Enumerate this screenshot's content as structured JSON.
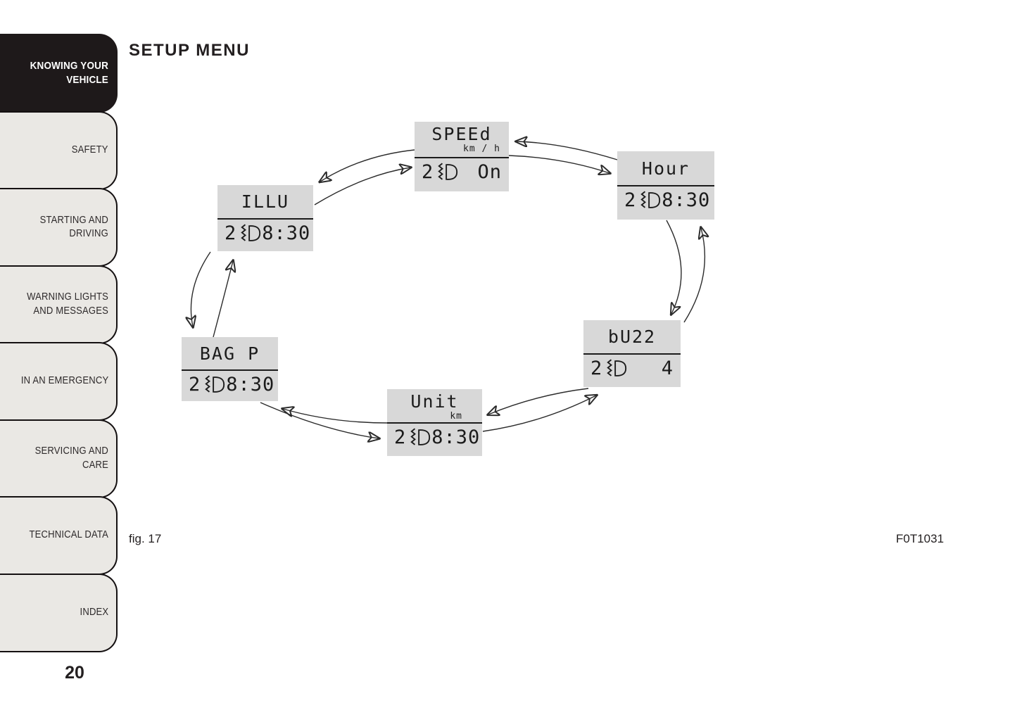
{
  "page": {
    "title": "SETUP MENU",
    "figure_caption": "fig. 17",
    "figure_code": "F0T1031",
    "page_number": "20"
  },
  "sidebar": {
    "items": [
      {
        "label": "KNOWING YOUR VEHICLE",
        "active": true
      },
      {
        "label": "SAFETY",
        "active": false
      },
      {
        "label": "STARTING AND DRIVING",
        "active": false
      },
      {
        "label": "WARNING LIGHTS AND MESSAGES",
        "active": false
      },
      {
        "label": "IN AN EMERGENCY",
        "active": false
      },
      {
        "label": "SERVICING AND CARE",
        "active": false
      },
      {
        "label": "TECHNICAL DATA",
        "active": false
      },
      {
        "label": "INDEX",
        "active": false
      }
    ]
  },
  "diagram": {
    "description": "Setup menu cycle of six LCD display screens connected by bidirectional arrows",
    "nodes": [
      {
        "id": "speed",
        "label": "SPEEd",
        "sublabel": "km / h",
        "prefix": "2",
        "icon": "headlight-illumination-icon",
        "value": "On"
      },
      {
        "id": "hour",
        "label": "Hour",
        "sublabel": "",
        "prefix": "2",
        "icon": "headlight-illumination-icon",
        "value": "8:30"
      },
      {
        "id": "buzz",
        "label": "bU22",
        "sublabel": "",
        "prefix": "2",
        "icon": "headlight-illumination-icon",
        "value": "4"
      },
      {
        "id": "unit",
        "label": "Unit",
        "sublabel": "km",
        "prefix": "2",
        "icon": "headlight-illumination-icon",
        "value": "8:30"
      },
      {
        "id": "bag_p",
        "label": "BAG P",
        "sublabel": "",
        "prefix": "2",
        "icon": "headlight-illumination-icon",
        "value": "8:30"
      },
      {
        "id": "illu",
        "label": "ILLU",
        "sublabel": "",
        "prefix": "2",
        "icon": "headlight-illumination-icon",
        "value": "8:30"
      }
    ],
    "connections": [
      {
        "from": "illu",
        "to": "speed",
        "bidirectional": true
      },
      {
        "from": "speed",
        "to": "hour",
        "bidirectional": true
      },
      {
        "from": "hour",
        "to": "buzz",
        "bidirectional": true
      },
      {
        "from": "buzz",
        "to": "unit",
        "bidirectional": true
      },
      {
        "from": "unit",
        "to": "bag_p",
        "bidirectional": true
      },
      {
        "from": "bag_p",
        "to": "illu",
        "bidirectional": true
      }
    ]
  },
  "colors": {
    "tab_active_bg": "#1e191a",
    "tab_bg": "#eae8e4",
    "lcd_bg": "#d8d8d8",
    "ink": "#231f20"
  }
}
